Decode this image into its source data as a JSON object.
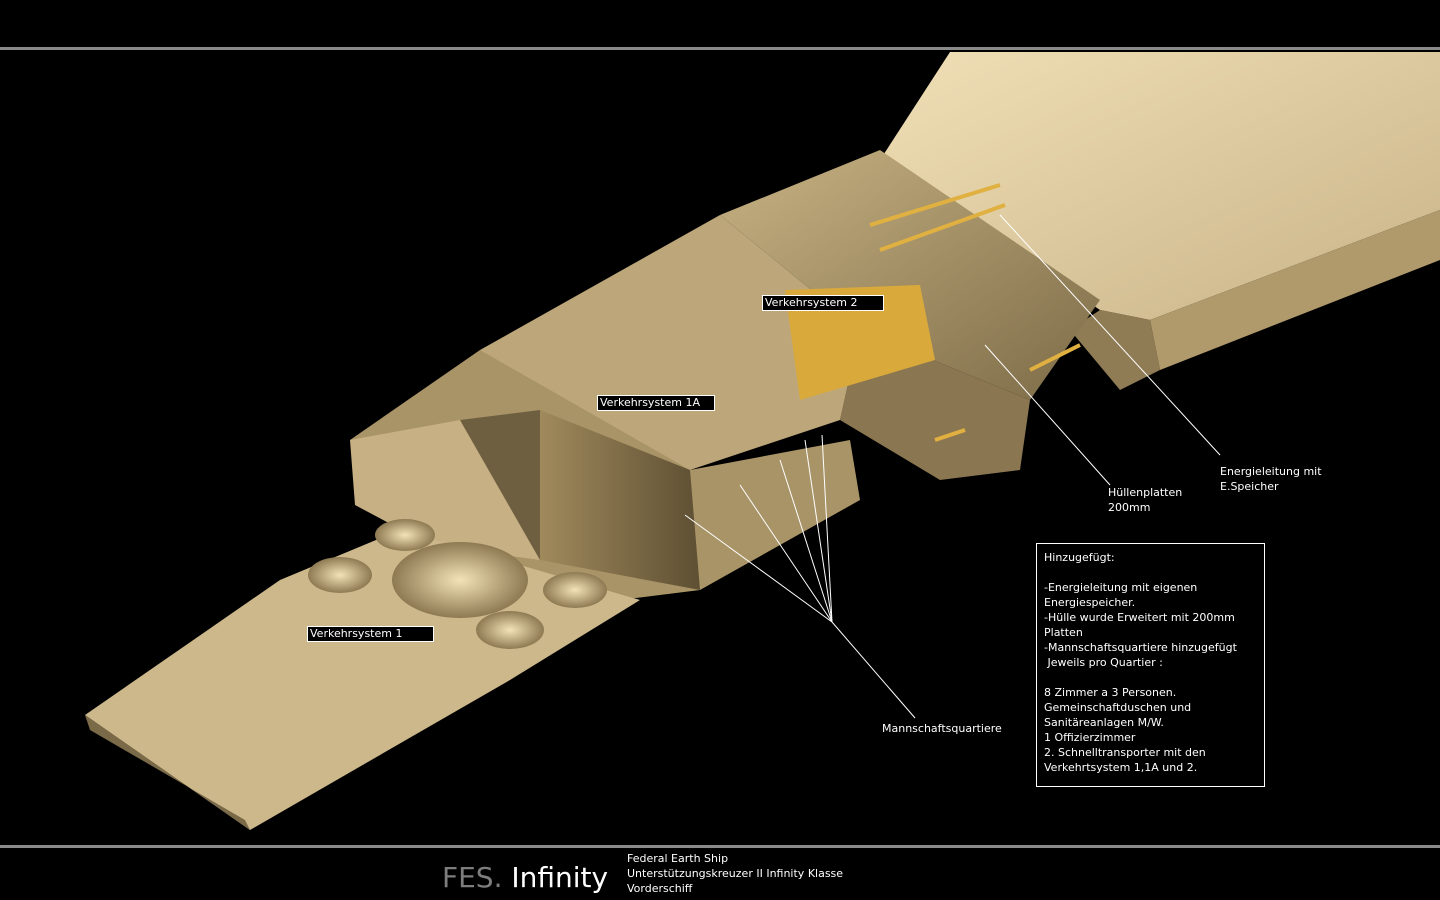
{
  "labels": {
    "verkehrsystem_2": "Verkehrsystem 2",
    "verkehrsystem_1a": "Verkehrsystem 1A",
    "verkehrsystem_1": "Verkehrsystem 1",
    "energieleitung": [
      "Energieleitung mit",
      "E.Speicher"
    ],
    "huellenplatten": [
      "Hüllenplatten",
      "200mm"
    ],
    "mannschaftsquartiere": "Mannschaftsquartiere"
  },
  "infobox": {
    "lines": [
      "Hinzugefügt:",
      "",
      "-Energieleitung mit eigenen",
      "Energiespeicher.",
      "-Hülle wurde Erweitert mit 200mm",
      "Platten",
      "-Mannschaftsquartiere hinzugefügt",
      " Jeweils pro Quartier :",
      "",
      "8 Zimmer a 3 Personen.",
      "Gemeinschaftduschen und",
      "Sanitäreanlagen M/W.",
      "1 Offizierzimmer",
      "2. Schnelltransporter mit den",
      "Verkehrtsystem 1,1A und 2."
    ]
  },
  "footer": {
    "title_prefix": "FES.",
    "title_name": "Infinity",
    "subtitle": [
      "Federal Earth Ship",
      "Unterstützungskreuzer II  Infinity Klasse",
      "Vorderschiff"
    ]
  },
  "colors": {
    "hull_light": "#e6d2a6",
    "hull_mid": "#bba67a",
    "hull_dark": "#6e5f40",
    "accent_gold": "#d9a93c"
  }
}
